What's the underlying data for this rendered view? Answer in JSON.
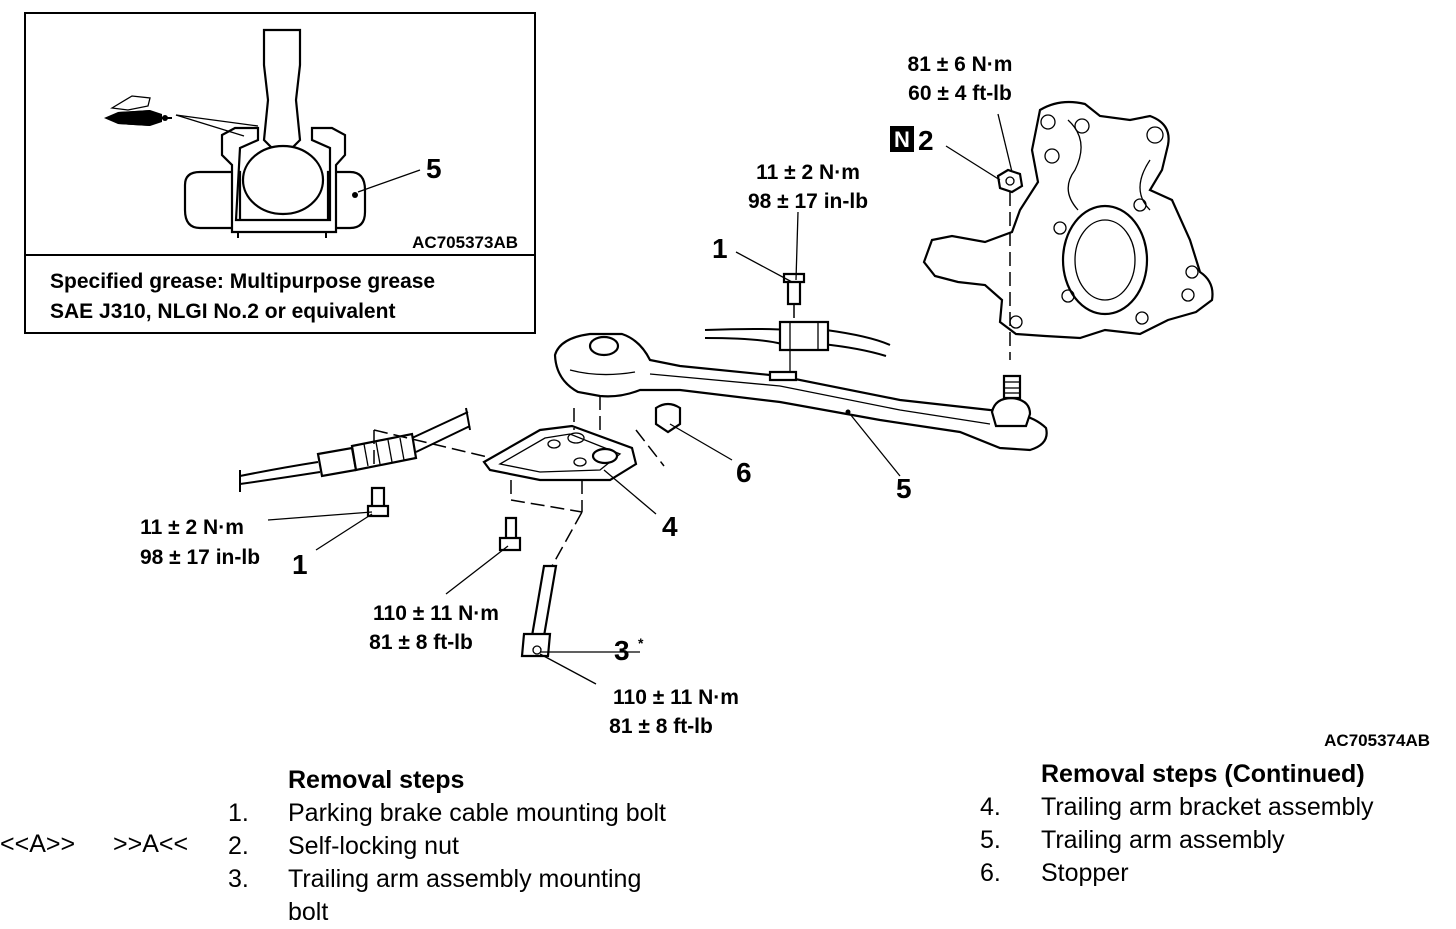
{
  "inset": {
    "part_number": "5",
    "figure_code": "AC705373AB",
    "note_line1": "Specified grease: Multipurpose grease",
    "note_line2": "SAE J310, NLGI No.2 or equivalent"
  },
  "callouts": {
    "t_knuckle_nut": {
      "line1": "81 ± 6 N·m",
      "line2": "60 ± 4 ft-lb"
    },
    "t_top_bolt": {
      "line1": "11 ± 2 N·m",
      "line2": "98 ± 17 in-lb"
    },
    "t_left_bolt": {
      "line1": "11 ± 2 N·m",
      "line2": "98 ± 17 in-lb"
    },
    "t_bracket_bolt": {
      "line1": "110 ± 11 N·m",
      "line2": "81 ± 8 ft-lb"
    },
    "t_long_bolt": {
      "line1": "110 ± 11 N·m",
      "line2": "81 ± 8 ft-lb"
    },
    "n2_badge": "N",
    "n2_number": "2",
    "part1_top": "1",
    "part1_left": "1",
    "part3": "3",
    "part3_mark": "*",
    "part4": "4",
    "part5": "5",
    "part6": "6",
    "figure_code": "AC705374AB"
  },
  "removal_steps": {
    "heading": "Removal steps",
    "marks_removal": "<<A>>",
    "marks_install": ">>A<<",
    "items": [
      {
        "no": "1.",
        "text": "Parking brake cable mounting bolt"
      },
      {
        "no": "2.",
        "text": "Self-locking nut"
      },
      {
        "no": "3.",
        "text": "Trailing arm assembly mounting bolt"
      }
    ]
  },
  "removal_steps_continued": {
    "heading": "Removal steps (Continued)",
    "items": [
      {
        "no": "4.",
        "text": "Trailing arm bracket assembly"
      },
      {
        "no": "5.",
        "text": "Trailing arm assembly"
      },
      {
        "no": "6.",
        "text": "Stopper"
      }
    ]
  }
}
